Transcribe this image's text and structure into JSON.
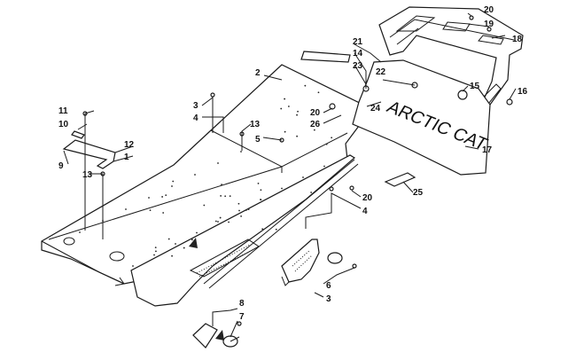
{
  "callouts": {
    "c1": "1",
    "c2": "2",
    "c3a": "3",
    "c3b": "3",
    "c4a": "4",
    "c4b": "4",
    "c5": "5",
    "c6": "6",
    "c7": "7",
    "c8": "8",
    "c9": "9",
    "c10": "10",
    "c11": "11",
    "c12": "12",
    "c13a": "13",
    "c13b": "13",
    "c14": "14",
    "c15": "15",
    "c16": "16",
    "c17": "17",
    "c18": "18",
    "c19": "19",
    "c20a": "20",
    "c20b": "20",
    "c20c": "20",
    "c21": "21",
    "c22": "22",
    "c23": "23",
    "c24": "24",
    "c25": "25",
    "c26": "26"
  },
  "flap_lettering": "ARCTIC CAT"
}
